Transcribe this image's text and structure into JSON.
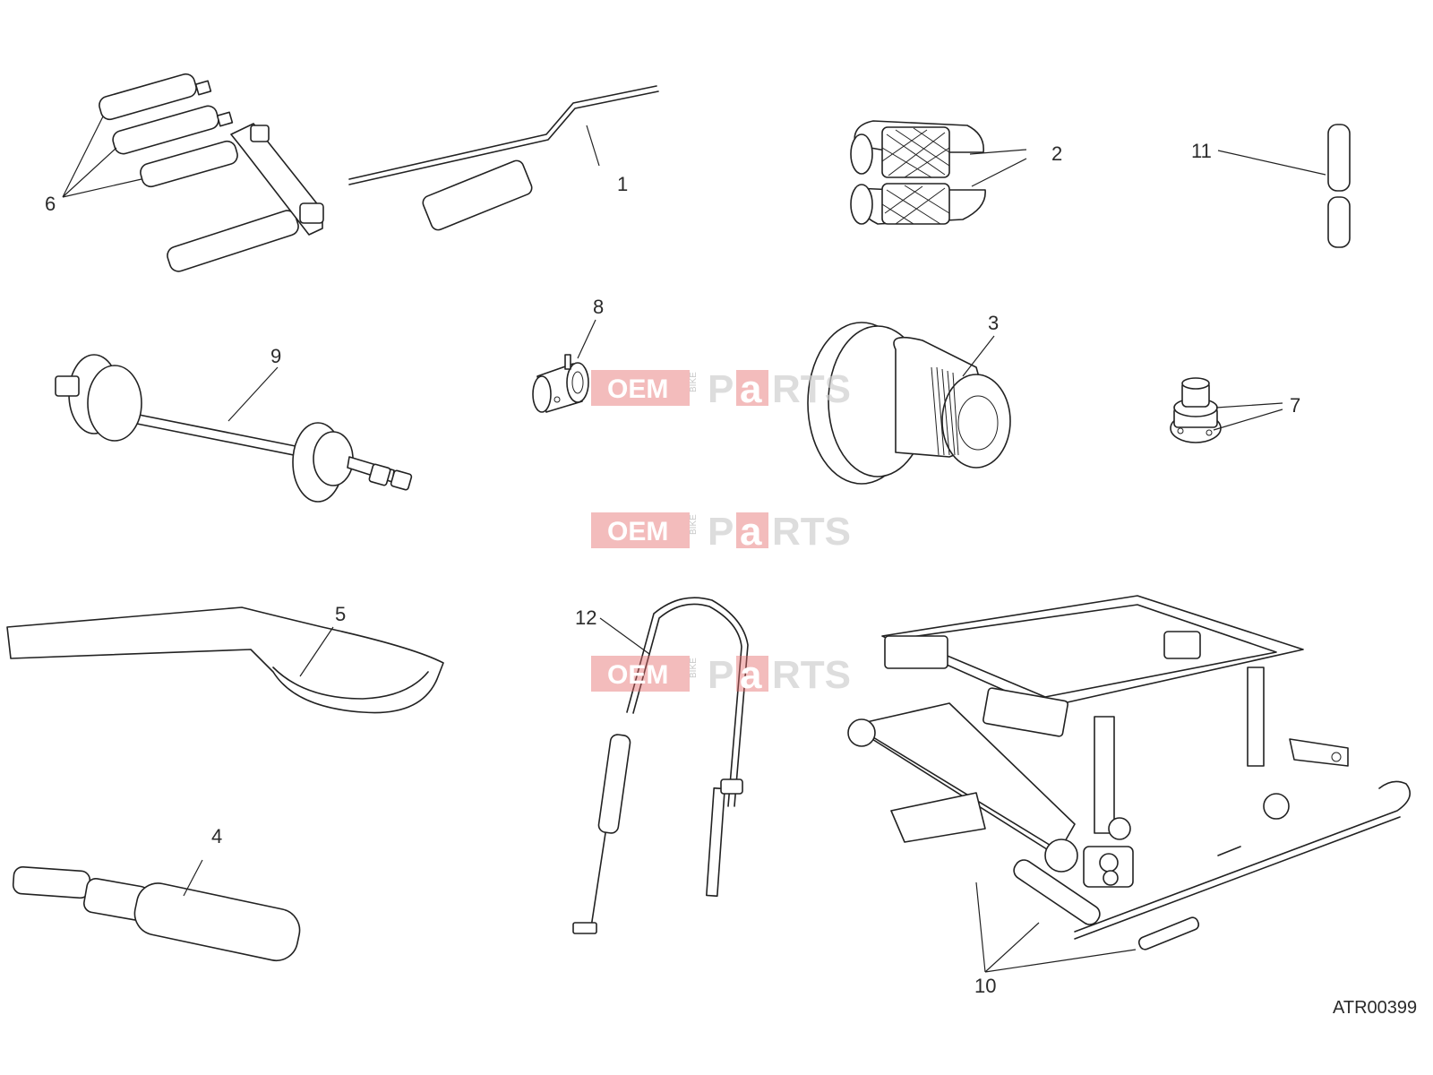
{
  "drawing": {
    "reference_code": "ATR00399",
    "callouts": [
      "1",
      "2",
      "3",
      "4",
      "5",
      "6",
      "7",
      "8",
      "9",
      "10",
      "11",
      "12"
    ]
  },
  "watermark": {
    "part1": "OEM",
    "part2": "BIKE",
    "part3": "P",
    "part4": "a",
    "part5": "RTS",
    "accent_color": "#e56a6a"
  }
}
